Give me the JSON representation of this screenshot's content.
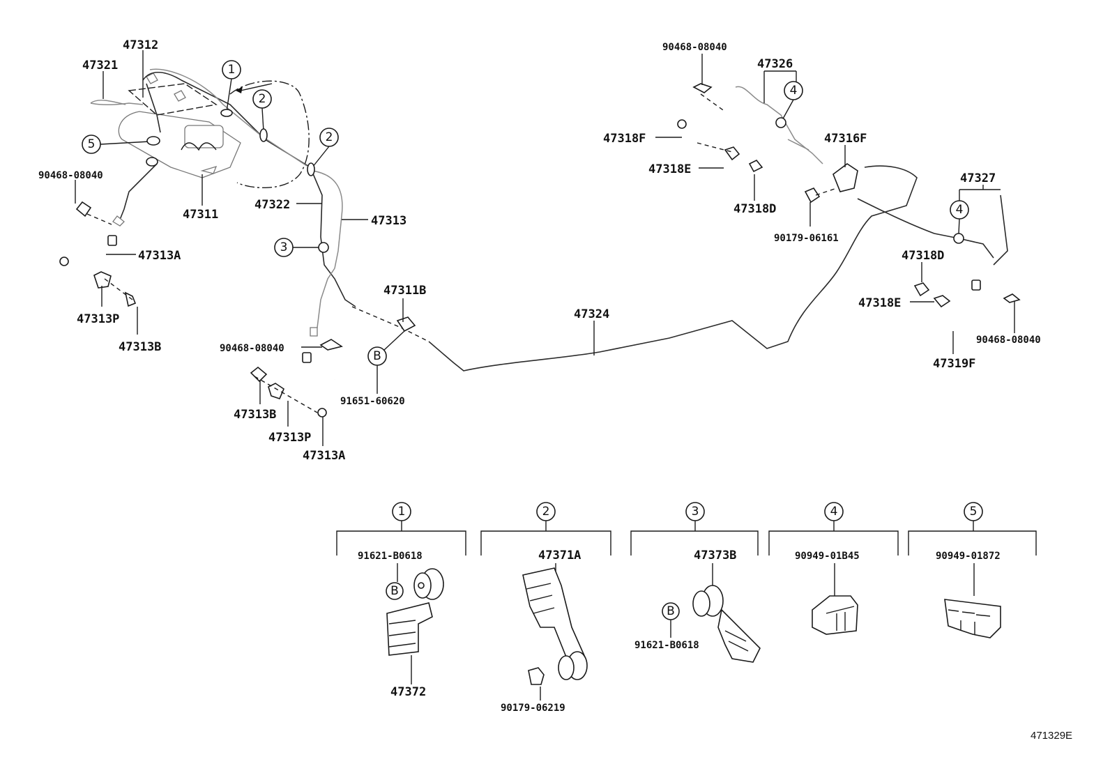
{
  "callouts": {
    "p1": "1",
    "p2": "2",
    "p3": "3",
    "p4": "4",
    "p5": "5",
    "b": "B"
  },
  "labels": {
    "l47312": "47312",
    "l47321": "47321",
    "l90468_a": "90468-08040",
    "l47311": "47311",
    "l47313A_a": "47313A",
    "l47313P_a": "47313P",
    "l47313B_a": "47313B",
    "l47322": "47322",
    "l47313": "47313",
    "l47311B": "47311B",
    "l90468_b": "90468-08040",
    "l91651": "91651-60620",
    "l47313B_b": "47313B",
    "l47313P_b": "47313P",
    "l47313A_b": "47313A",
    "l47324": "47324",
    "l90468_c": "90468-08040",
    "l47326": "47326",
    "l47318F": "47318F",
    "l47318E_a": "47318E",
    "l47318D_a": "47318D",
    "l47316F": "47316F",
    "l90179_a": "90179-06161",
    "l47327": "47327",
    "l47318D_b": "47318D",
    "l47318E_b": "47318E",
    "l90468_d": "90468-08040",
    "l47319F": "47319F"
  },
  "details": {
    "d1_part": "91621-B0618",
    "d1_part2": "47372",
    "d2_part": "47371A",
    "d2_part2": "90179-06219",
    "d3_part": "47373B",
    "d3_part2": "91621-B0618",
    "d4_part": "90949-01B45",
    "d5_part": "90949-01872"
  },
  "figure_ref": "471329E"
}
